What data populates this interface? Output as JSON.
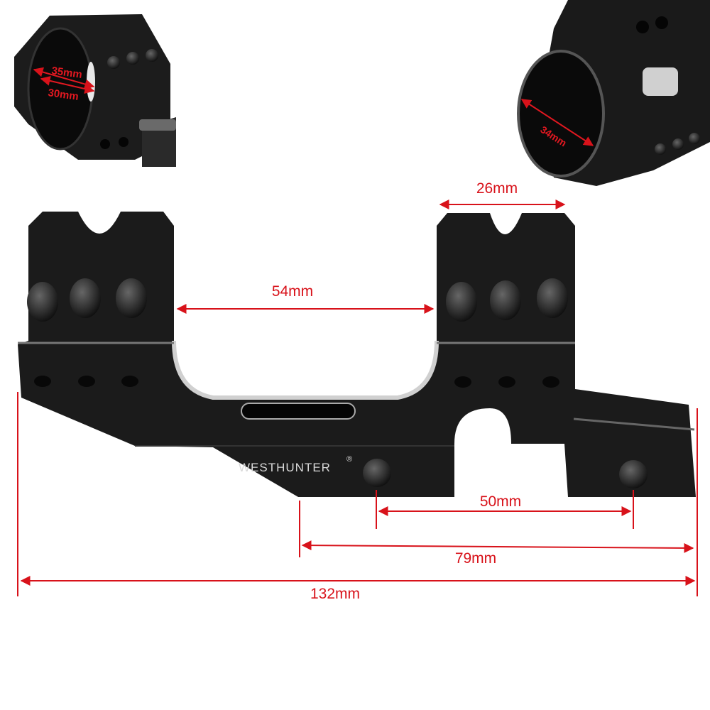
{
  "brand": {
    "logo_text": "WESTHUNTER",
    "registered_mark": "®"
  },
  "colors": {
    "dimension": "#d8121a",
    "metal": "#1a1a1a",
    "edge": "#c8c8c8"
  },
  "inset_left": {
    "labels": [
      "35mm",
      "30mm"
    ]
  },
  "inset_right": {
    "labels": [
      "34mm"
    ]
  },
  "dimensions": {
    "ring_width": "26mm",
    "ring_spacing": "54mm",
    "crossbolt_spacing": "50mm",
    "base_length": "79mm",
    "overall_length": "132mm"
  }
}
